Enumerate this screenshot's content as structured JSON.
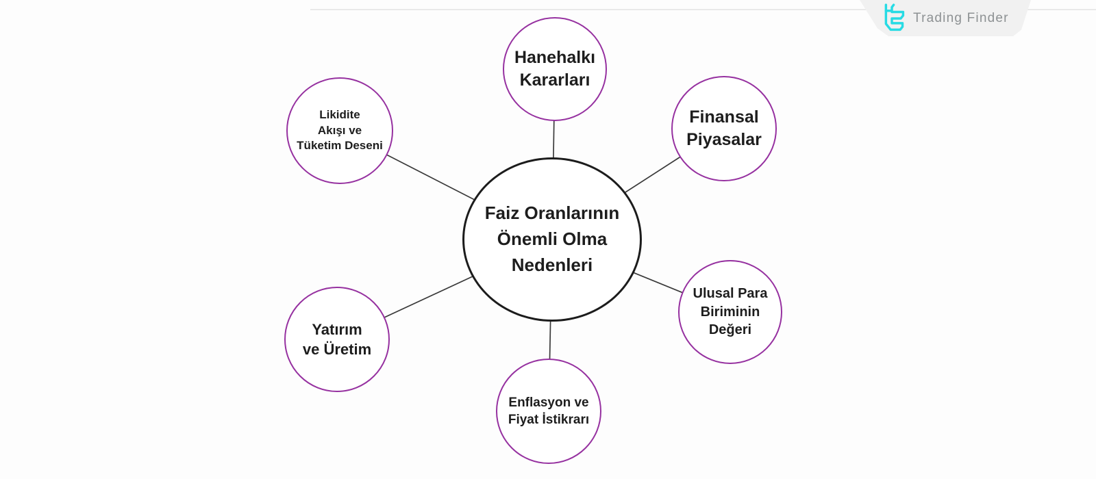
{
  "diagram": {
    "center_node": {
      "label": "Faiz Oranlarının\nÖnemli Olma\nNedenleri"
    },
    "nodes": [
      {
        "id": "hanehalki-kararlari",
        "label": "Hanehalkı\nKararları"
      },
      {
        "id": "finansal-piyasalar",
        "label": "Finansal\nPiyasalar"
      },
      {
        "id": "ulusal-para-birimi",
        "label": "Ulusal Para\nBiriminin\nDeğeri"
      },
      {
        "id": "enflasyon-fiyat",
        "label": "Enflasyon ve\nFiyat İstikrarı"
      },
      {
        "id": "yatirim-uretim",
        "label": "Yatırım\nve Üretim"
      },
      {
        "id": "likidite-tuketim",
        "label": "Likidite\nAkışı ve\nTüketim Deseni"
      }
    ]
  },
  "brand": {
    "name": "Trading Finder",
    "icon": "trading-finder-logo-icon"
  },
  "colors": {
    "background": "#fdfdfd",
    "satellite_border": "#9631a0",
    "center_border": "#1c1c1c",
    "connector": "#3a3a3a",
    "badge_bg": "#f1f1f1",
    "brand_accent": "#27dbe4",
    "brand_text": "#8d9193",
    "node_text": "#1d1d1d"
  }
}
